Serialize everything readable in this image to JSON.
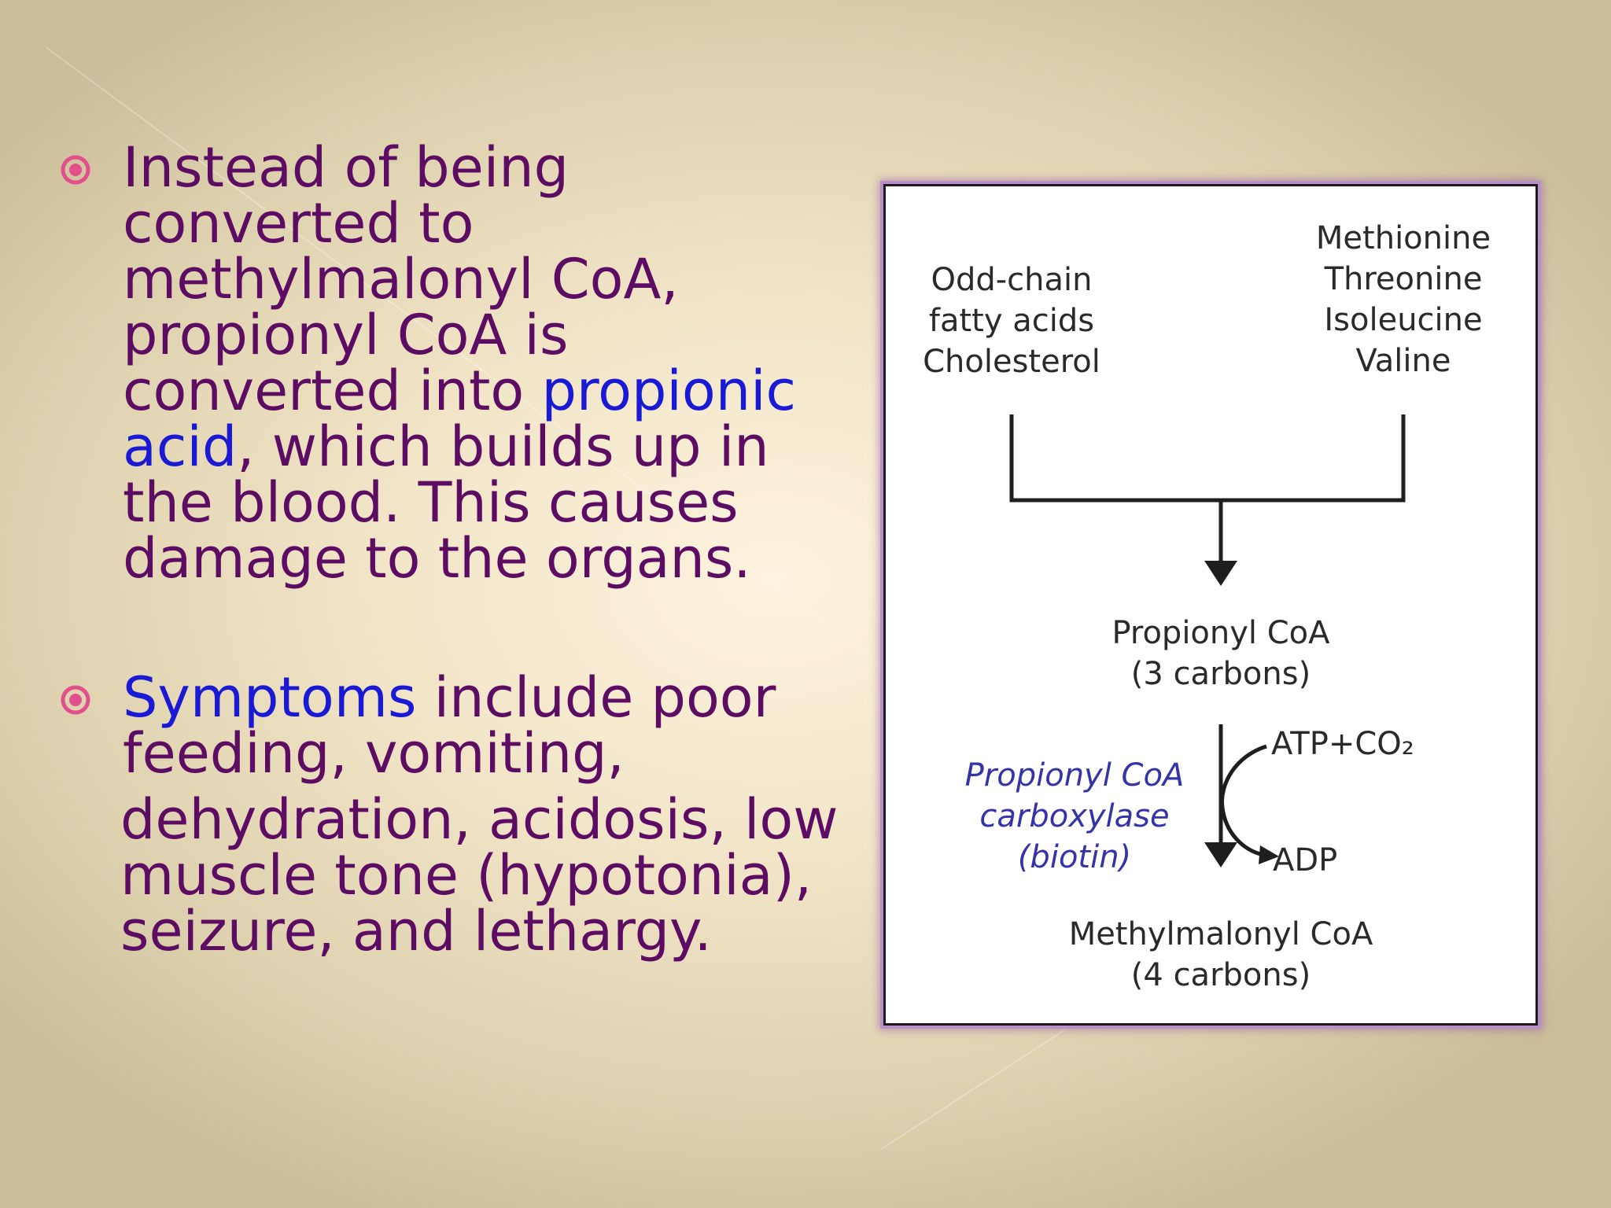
{
  "slide": {
    "bullets": [
      {
        "pre": "Instead of being converted to methylmalonyl CoA, propionyl CoA is converted into ",
        "link": "propionic acid",
        "post": ", which builds up in the blood. This causes damage to the organs."
      },
      {
        "link": "Symptoms",
        "post1": " include poor feeding, vomiting,",
        "post2": "dehydration, acidosis, low muscle tone (hypotonia), seizure, and lethargy."
      }
    ]
  },
  "diagram": {
    "left_sources": [
      "Odd-chain",
      "fatty acids",
      "Cholesterol"
    ],
    "right_sources": [
      "Methionine",
      "Threonine",
      "Isoleucine",
      "Valine"
    ],
    "intermediate": [
      "Propionyl CoA",
      "(3 carbons)"
    ],
    "enzyme": [
      "Propionyl CoA",
      "carboxylase",
      "(biotin)"
    ],
    "cofactor_in": "ATP+CO₂",
    "cofactor_out": "ADP",
    "product": [
      "Methylmalonyl CoA",
      "(4 carbons)"
    ]
  },
  "colors": {
    "text": "#5c0d63",
    "highlight": "#1a1ad4",
    "bullet_icon": "#e0508f",
    "enzyme_text": "#3434a8"
  },
  "icons": {
    "bullet": "circled-dot-bullet-icon",
    "arrow": "down-arrow-icon"
  }
}
